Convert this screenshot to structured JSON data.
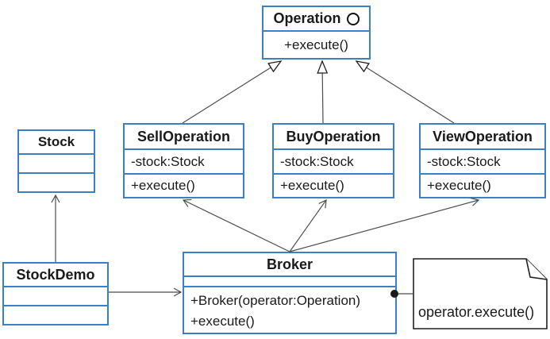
{
  "diagram_title": "Stock broker command pattern class diagram",
  "colors": {
    "class_border": "#3b7fc4",
    "connector_line": "#4d4d4d",
    "note_border": "#1f1f1f",
    "text": "#1a1a1a",
    "background": "#ffffff"
  },
  "classes": {
    "operation": {
      "title": "Operation",
      "stereotype_icon": "interface-circle",
      "methods": [
        "+execute()"
      ]
    },
    "stock": {
      "title": "Stock",
      "attributes": [],
      "methods": []
    },
    "sell_operation": {
      "title": "SellOperation",
      "attributes": [
        "-stock:Stock"
      ],
      "methods": [
        "+execute()"
      ]
    },
    "buy_operation": {
      "title": "BuyOperation",
      "attributes": [
        "-stock:Stock"
      ],
      "methods": [
        "+execute()"
      ]
    },
    "view_operation": {
      "title": "ViewOperation",
      "attributes": [
        "-stock:Stock"
      ],
      "methods": [
        "+execute()"
      ]
    },
    "stock_demo": {
      "title": "StockDemo",
      "attributes": [],
      "methods": []
    },
    "broker": {
      "title": "Broker",
      "attributes": [],
      "methods": [
        "+Broker(operator:Operation)",
        "+execute()"
      ]
    }
  },
  "note": {
    "text": "operator.execute()"
  },
  "relationships": [
    {
      "from": "SellOperation",
      "to": "Operation",
      "type": "generalization"
    },
    {
      "from": "BuyOperation",
      "to": "Operation",
      "type": "generalization"
    },
    {
      "from": "ViewOperation",
      "to": "Operation",
      "type": "generalization"
    },
    {
      "from": "Broker",
      "to": "SellOperation",
      "type": "directed-association"
    },
    {
      "from": "Broker",
      "to": "BuyOperation",
      "type": "directed-association"
    },
    {
      "from": "Broker",
      "to": "ViewOperation",
      "type": "directed-association"
    },
    {
      "from": "StockDemo",
      "to": "Stock",
      "type": "directed-association"
    },
    {
      "from": "StockDemo",
      "to": "Broker",
      "type": "directed-association"
    },
    {
      "from": "Broker",
      "to": "note",
      "type": "note-anchor"
    }
  ]
}
